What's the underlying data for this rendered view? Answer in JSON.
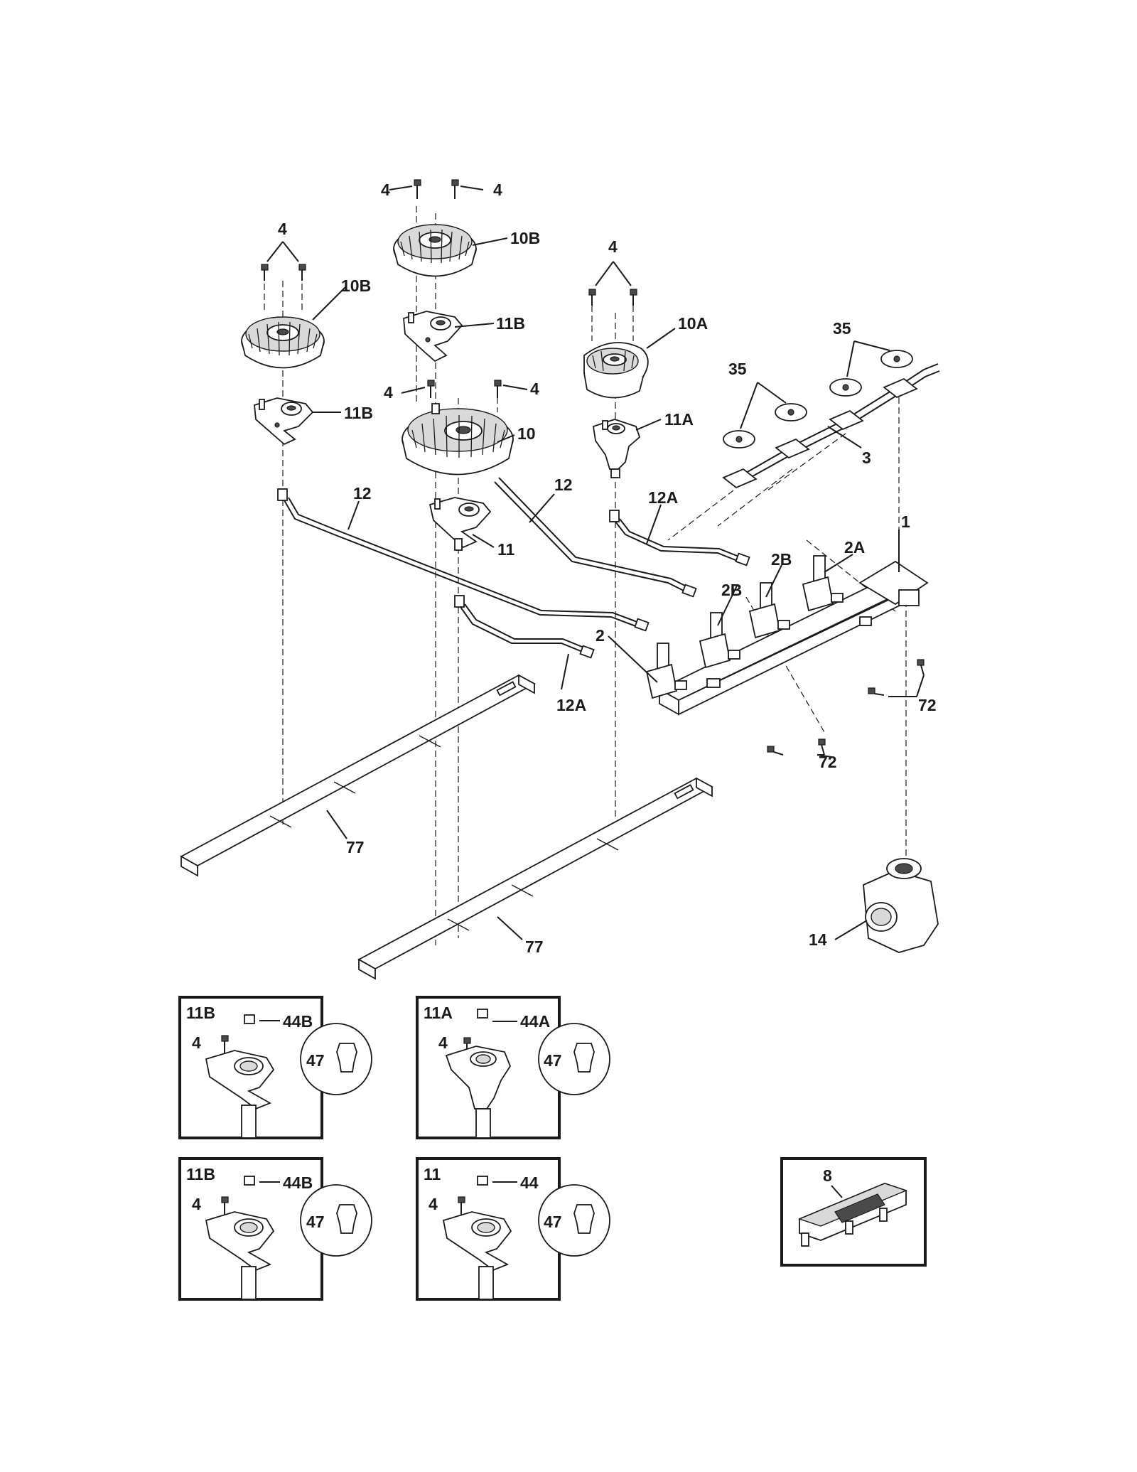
{
  "labels": {
    "screw_4_top_left": "4",
    "screw_4_top_right": "4",
    "screw_4_left_burner": "4",
    "burner_10b_left": "10B",
    "burner_10b_top": "10B",
    "head_11b_top": "11B",
    "head_11b_left": "11B",
    "screw_4_center_left": "4",
    "screw_4_center_right": "4",
    "burner_10": "10",
    "head_11": "11",
    "screw_4_right_burner": "4",
    "burner_10a": "10A",
    "head_11a": "11A",
    "tube_12_left": "12",
    "tube_12_right": "12",
    "tube_12a_top": "12A",
    "tube_12a_bottom": "12A",
    "seal_35_top": "35",
    "seal_35_mid": "35",
    "harness_3": "3",
    "manifold_1": "1",
    "valve_2": "2",
    "valve_2b_a": "2B",
    "valve_2b_b": "2B",
    "valve_2a": "2A",
    "screw_72_right": "72",
    "screw_72_mid": "72",
    "bracket_77_left": "77",
    "bracket_77_right": "77",
    "regulator_14": "14"
  },
  "insets": [
    {
      "id": "inset-11b-top",
      "title": "11B",
      "screw": "4",
      "orifice": "44B",
      "spud": "47"
    },
    {
      "id": "inset-11a",
      "title": "11A",
      "screw": "4",
      "orifice": "44A",
      "spud": "47"
    },
    {
      "id": "inset-11b-bottom",
      "title": "11B",
      "screw": "4",
      "orifice": "44B",
      "spud": "47"
    },
    {
      "id": "inset-11",
      "title": "11",
      "screw": "4",
      "orifice": "44",
      "spud": "47"
    }
  ],
  "spark_module": {
    "label": "8"
  }
}
